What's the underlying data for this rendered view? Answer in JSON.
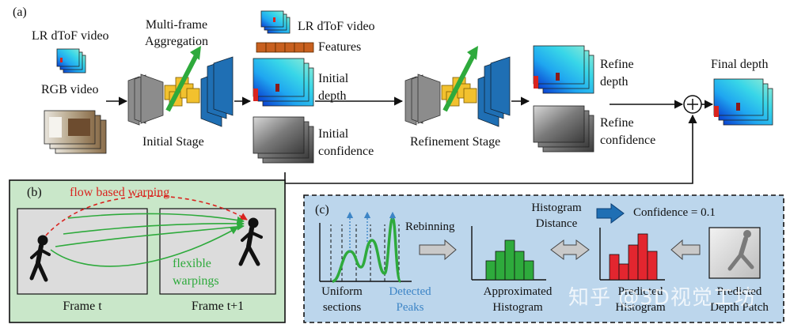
{
  "panel_a": {
    "label": "(a)",
    "lr_dtof_video": "LR dToF video",
    "rgb_video": "RGB video",
    "multi_frame": [
      "Multi-frame",
      "Aggregation"
    ],
    "initial_stage": "Initial Stage",
    "lr_dtof_video_top": "LR dToF video",
    "features": "Features",
    "initial_depth": [
      "Initial",
      "depth"
    ],
    "initial_confidence": [
      "Initial",
      "confidence"
    ],
    "refinement_stage": "Refinement Stage",
    "refine_depth": [
      "Refine",
      "depth"
    ],
    "refine_confidence": [
      "Refine",
      "confidence"
    ],
    "final_depth": "Final depth",
    "plus_symbol": "+"
  },
  "panel_b": {
    "label": "(b)",
    "flow_based": "flow based warping",
    "flexible": [
      "flexible",
      "warpings"
    ],
    "frame_t": "Frame t",
    "frame_t1": "Frame t+1"
  },
  "panel_c": {
    "label": "(c)",
    "rebinning": "Rebinning",
    "histogram_distance": [
      "Histogram",
      "Distance"
    ],
    "confidence": "Confidence = 0.1",
    "uniform_sections": [
      "Uniform",
      "sections"
    ],
    "detected_peaks": [
      "Detected",
      "Peaks"
    ],
    "approximated_histogram": [
      "Approximated",
      "Histogram"
    ],
    "predicted_histogram": [
      "Predicted",
      "Histogram"
    ],
    "predicted_depth_patch": [
      "Predicted",
      "Depth Patch"
    ]
  },
  "watermark": "知乎 @3D视觉工坊",
  "colors": {
    "panel_b_bg": "#c9e7c9",
    "panel_c_bg": "#bcd6ec",
    "green": "#2eaa3c",
    "red": "#d9241f",
    "blue": "#3d85c6",
    "encoder_gray": "#8c8c8c",
    "decoder_blue": "#1f6fb4",
    "aggregation_yellow": "#f2c12e",
    "features_orange": "#c8601f"
  }
}
